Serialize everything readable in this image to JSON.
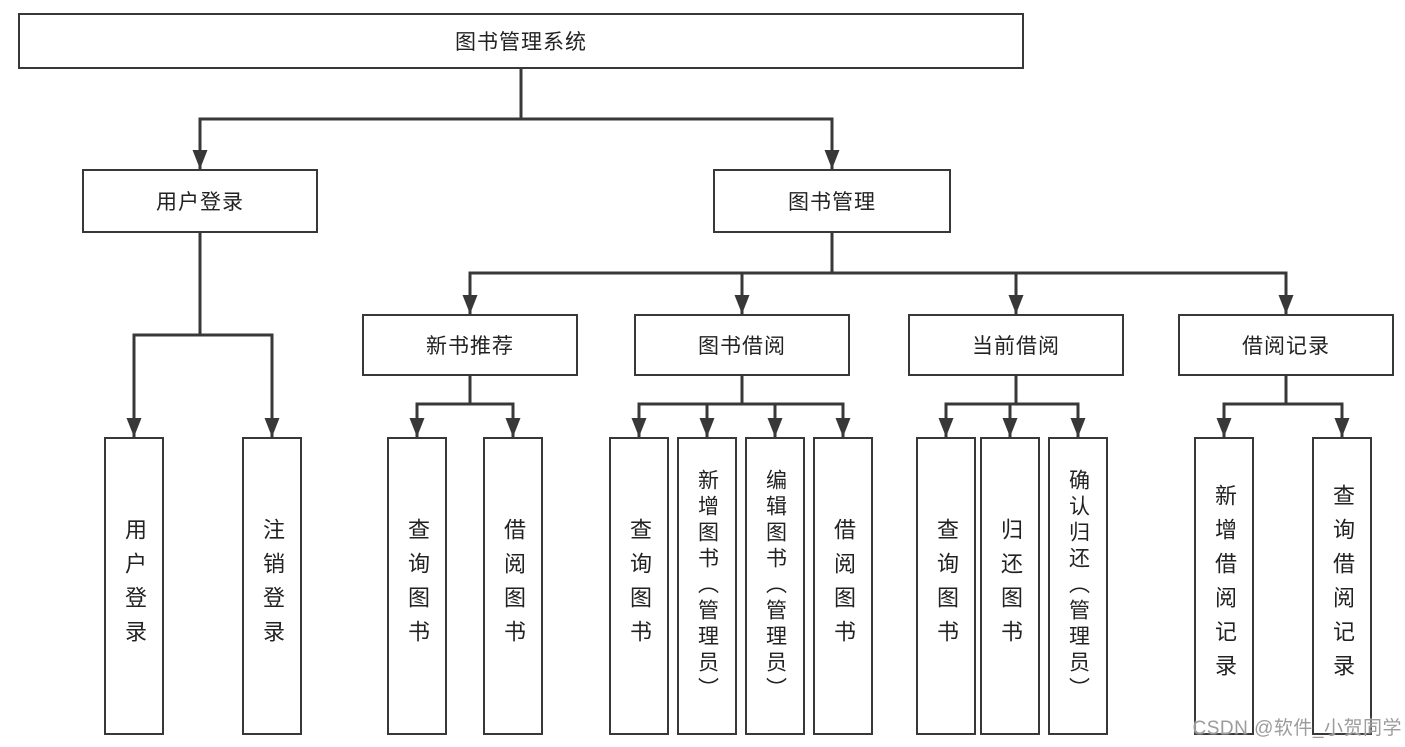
{
  "diagram_title": "图书管理系统",
  "tree": {
    "label": "图书管理系统",
    "children": [
      {
        "label": "用户登录",
        "children": [
          {
            "label": "用户登录"
          },
          {
            "label": "注销登录"
          }
        ]
      },
      {
        "label": "图书管理",
        "children": [
          {
            "label": "新书推荐",
            "children": [
              {
                "label": "查询图书"
              },
              {
                "label": "借阅图书"
              }
            ]
          },
          {
            "label": "图书借阅",
            "children": [
              {
                "label": "查询图书"
              },
              {
                "label": "新增图书（管理员）"
              },
              {
                "label": "编辑图书（管理员）"
              },
              {
                "label": "借阅图书"
              }
            ]
          },
          {
            "label": "当前借阅",
            "children": [
              {
                "label": "查询图书"
              },
              {
                "label": "归还图书"
              },
              {
                "label": "确认归还（管理员）"
              }
            ]
          },
          {
            "label": "借阅记录",
            "children": [
              {
                "label": "新增借阅记录"
              },
              {
                "label": "查询借阅记录"
              }
            ]
          }
        ]
      }
    ]
  },
  "watermark": "CSDN @软件_小贺同学",
  "colors": {
    "line": "#383838",
    "box-border": "#383838",
    "box-bg": "#ffffff",
    "text": "#222222",
    "watermark": "#9c9c9c",
    "background": "#ffffff"
  }
}
